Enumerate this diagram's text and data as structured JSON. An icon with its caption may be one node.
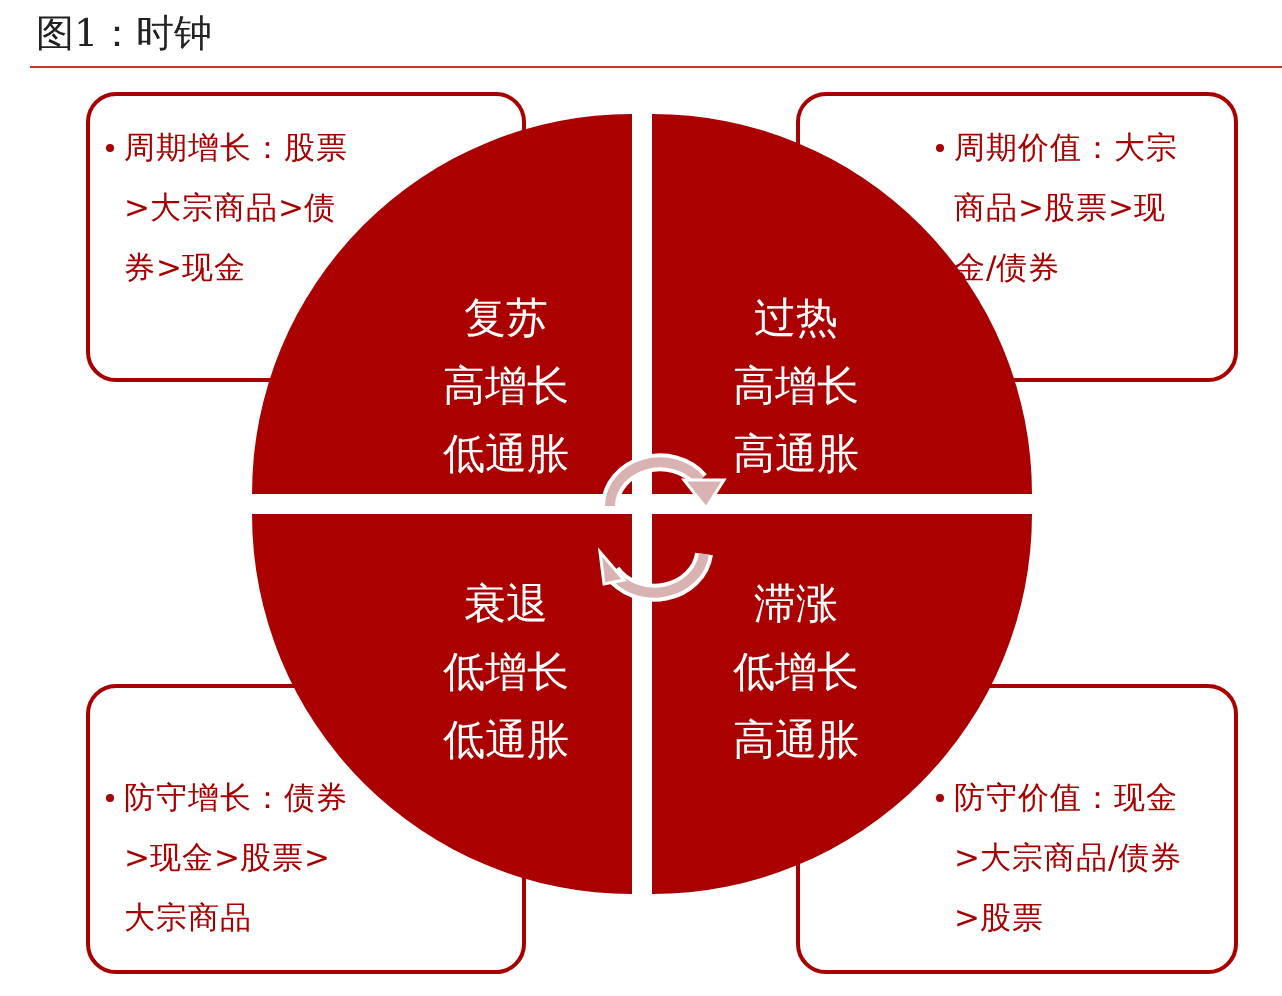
{
  "diagram": {
    "title": "图1：时钟",
    "nodes": [
      {
        "text": [
          "周期增长：股票>大宗商品>债券>现金"
        ]
      },
      {
        "text": [
          "周期价值：大宗商品>股票>现金/债券"
        ]
      },
      {
        "text": [
          "复苏",
          "高增长",
          "低通胀"
        ]
      },
      {
        "text": [
          "过热",
          "高增长",
          "高通胀"
        ]
      },
      {
        "text": [
          "衰退",
          "低增长",
          "低通胀"
        ]
      },
      {
        "text": [
          "滞涨",
          "低增长",
          "高通胀"
        ]
      },
      {
        "text": [
          "防守增长：债券>现金>股票>大宗商品"
        ]
      },
      {
        "text": [
          "防守价值：现金>大宗商品/债券>股票"
        ]
      }
    ],
    "edges": [
      {
        "from": 2,
        "to": 3,
        "arrow": "to"
      },
      {
        "from": 5,
        "to": 4,
        "arrow": "to"
      }
    ]
  }
}
